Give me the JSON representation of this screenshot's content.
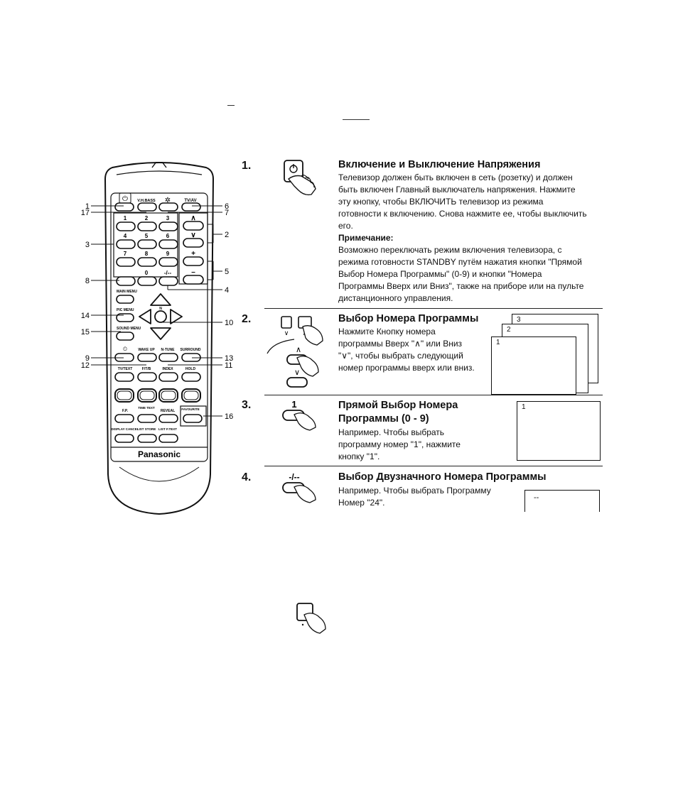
{
  "remote": {
    "brand": "Panasonic",
    "buttons": {
      "vbass": "V.H.BASS",
      "tvav": "TV/AV",
      "d1": "1",
      "d2": "2",
      "d3": "3",
      "d4": "4",
      "d5": "5",
      "d6": "6",
      "d7": "7",
      "d8": "8",
      "d9": "9",
      "d0": "0",
      "dash": "-/--",
      "main_menu": "MAIN MENU",
      "pic_menu": "PIC MENU",
      "sound_menu": "SOUND MENU",
      "n": "N",
      "wake_up": "WAKE UP",
      "n_tune": "N-TUNE",
      "surround": "SURROUND",
      "tvtext": "TV/TEXT",
      "fp": "F/T/B",
      "index": "INDEX",
      "hold": "HOLD",
      "fp2": "F.P.",
      "time_text": "TIME TEXT",
      "reveal": "REVEAL",
      "favourite": "FAVOURITE",
      "display_cancel": "DISPLAY CANCEL",
      "list_store": "LIST STORE",
      "list_ftext": "LIST F.TEXT"
    },
    "callouts": [
      "1",
      "17",
      "3",
      "8",
      "14",
      "15",
      "9",
      "12",
      "6",
      "7",
      "2",
      "5",
      "4",
      "10",
      "13",
      "11",
      "16"
    ]
  },
  "sections": [
    {
      "number": "1.",
      "title": "Включение и Выключение Напряжения",
      "lines": [
        "Телевизор должен быть включен в сеть (розетку) и должен",
        "быть включен Главный выключатель напряжения. Нажмите",
        "эту кнопку, чтобы ВКЛЮЧИТЬ телевизор из режима",
        "готовности к включению. Снова нажмите ее, чтобы выключить",
        "его."
      ],
      "note_label": "Примечание:",
      "note_lines": [
        "Возможно переключать режим включения телевизора, с",
        "режима готовности STANDBY путём нажатия кнопки \"Прямой",
        "Выбор Номера Программы\" (0-9) и кнопки \"Номера",
        "Программы Вверх или Вниз\", также на приборе или на пульте",
        "дистанционного управления."
      ]
    },
    {
      "number": "2.",
      "title": "Выбор Номера Программы",
      "lines": [
        "Нажмите Кнопку номера",
        "программы Вверх \"∧\" или Вниз",
        "\"∨\", чтобы выбрать следующий",
        "номер программы вверх или вниз."
      ],
      "screens": [
        "3",
        "2",
        "1"
      ]
    },
    {
      "number": "3.",
      "title_lines": [
        "Прямой Выбор Номера",
        "Программы (0 - 9)"
      ],
      "lines": [
        "Например. Чтобы выбрать",
        "программу номер \"1\", нажмите",
        "кнопку \"1\"."
      ],
      "button_label": "1",
      "screen": "1"
    },
    {
      "number": "4.",
      "title": "Выбор Двузначного Номера Программы",
      "lines": [
        "Например. Чтобы выбрать Программу",
        "Номер \"24\"."
      ],
      "button_label": "-/--",
      "screen": "--"
    }
  ]
}
